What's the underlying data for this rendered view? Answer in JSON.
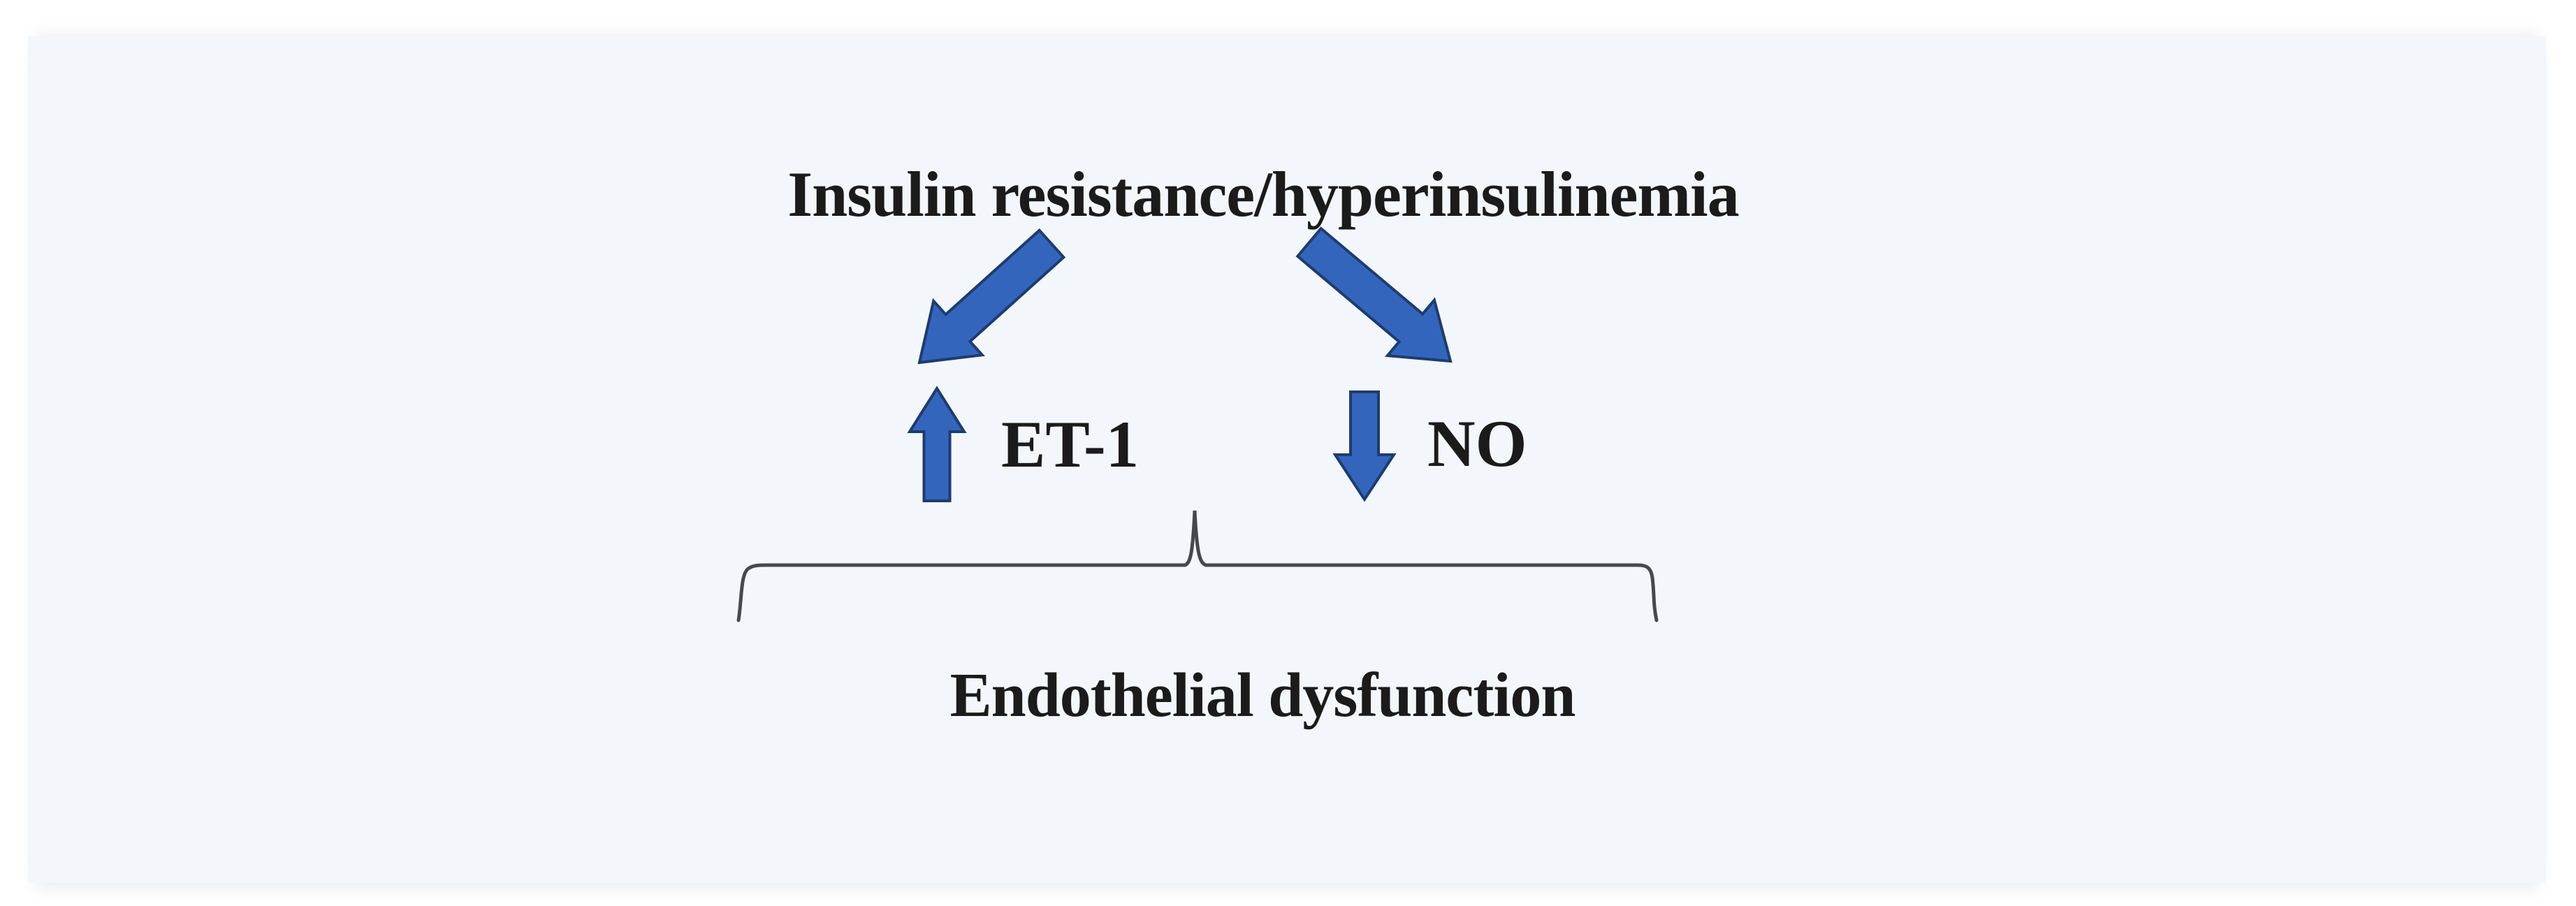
{
  "figure": {
    "title": "Insulin resistance/hyperinsulinemia",
    "et1_label": "ET-1",
    "no_label": "NO",
    "outcome_label": "Endothelial dysfunction",
    "et1_direction": "increase",
    "no_direction": "decrease"
  },
  "icons": {
    "left_branch": "arrow-down-left-icon",
    "right_branch": "arrow-down-right-icon",
    "et1": "arrow-up-icon",
    "no": "arrow-down-icon",
    "grouping": "curly-brace"
  },
  "colors": {
    "page_bg": "#ffffff",
    "panel_bg": "#f3f7fb",
    "text": "#1b1b1b",
    "arrow_fill": "#3465bd",
    "arrow_stroke": "#1e3c6d",
    "brace": "#46484c"
  }
}
